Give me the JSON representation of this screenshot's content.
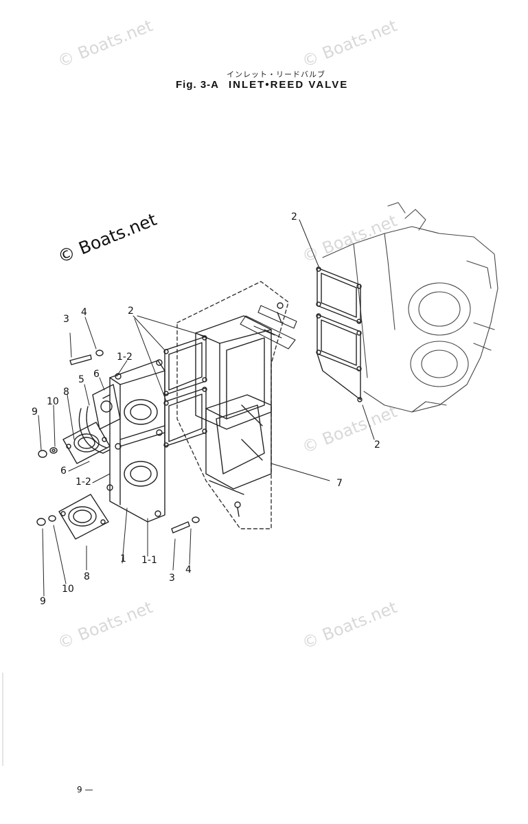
{
  "header": {
    "subtitle_jp": "インレット・リードバルブ",
    "fig_label": "Fig. 3-A",
    "title": "INLET•REED VALVE"
  },
  "watermark": "© Boats.net",
  "callouts": {
    "c2_top_right": "2",
    "c2_top_left": "2",
    "c2_right": "2",
    "c3_upper": "3",
    "c4_upper": "4",
    "c1_2_upper": "1-2",
    "c6_upper": "6",
    "c5": "5",
    "c8_upper": "8",
    "c10_upper": "10",
    "c9_upper": "9",
    "c6_lower": "6",
    "c1_2_lower": "1-2",
    "c7": "7",
    "c9_lower": "9",
    "c10_lower": "10",
    "c8_lower": "8",
    "c1": "1",
    "c1_1": "1-1",
    "c3_lower": "3",
    "c4_lower": "4"
  },
  "footer": {
    "page_number": "9 —"
  }
}
